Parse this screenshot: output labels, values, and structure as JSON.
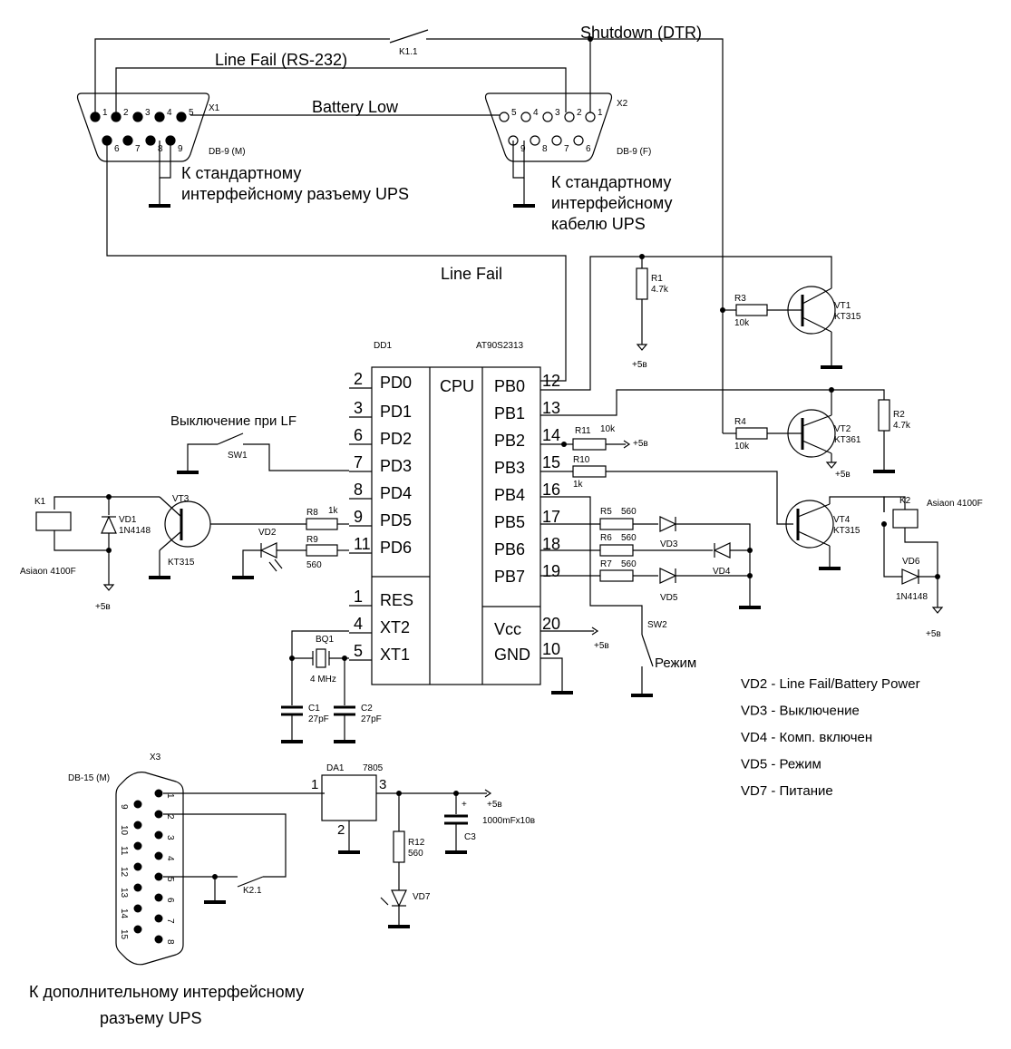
{
  "signals": {
    "shutdown": "Shutdown (DTR)",
    "line_fail_rs232": "Line Fail (RS-232)",
    "battery_low": "Battery Low",
    "line_fail": "Line Fail",
    "k11": "K1.1"
  },
  "connectors": {
    "x1": {
      "ref": "X1",
      "type": "DB-9 (M)",
      "caption_1": "К стандартному",
      "caption_2": "интерфейсному разъему UPS",
      "pins_top": [
        "1",
        "2",
        "3",
        "4",
        "5"
      ],
      "pins_bottom": [
        "6",
        "7",
        "8",
        "9"
      ]
    },
    "x2": {
      "ref": "X2",
      "type": "DB-9 (F)",
      "caption_1": "К стандартному",
      "caption_2": "интерфейсному",
      "caption_3": "кабелю UPS",
      "pins_top": [
        "5",
        "4",
        "3",
        "2",
        "1"
      ],
      "pins_bottom": [
        "9",
        "8",
        "7",
        "6"
      ]
    },
    "x3": {
      "ref": "X3",
      "type": "DB-15 (M)",
      "caption_1": "К дополнительному интерфейсному",
      "caption_2": "разъему UPS",
      "pins_right": [
        "1",
        "2",
        "3",
        "4",
        "5",
        "6",
        "7",
        "8"
      ],
      "pins_left": [
        "9",
        "10",
        "11",
        "12",
        "13",
        "14",
        "15"
      ],
      "k21": "K2.1"
    }
  },
  "mcu": {
    "ref": "DD1",
    "part": "AT90S2313",
    "core": "CPU",
    "left_pins": [
      {
        "num": "2",
        "name": "PD0"
      },
      {
        "num": "3",
        "name": "PD1"
      },
      {
        "num": "6",
        "name": "PD2"
      },
      {
        "num": "7",
        "name": "PD3"
      },
      {
        "num": "8",
        "name": "PD4"
      },
      {
        "num": "9",
        "name": "PD5"
      },
      {
        "num": "11",
        "name": "PD6"
      },
      {
        "num": "1",
        "name": "RES"
      },
      {
        "num": "4",
        "name": "XT2"
      },
      {
        "num": "5",
        "name": "XT1"
      }
    ],
    "right_pins": [
      {
        "num": "12",
        "name": "PB0"
      },
      {
        "num": "13",
        "name": "PB1"
      },
      {
        "num": "14",
        "name": "PB2"
      },
      {
        "num": "15",
        "name": "PB3"
      },
      {
        "num": "16",
        "name": "PB4"
      },
      {
        "num": "17",
        "name": "PB5"
      },
      {
        "num": "18",
        "name": "PB6"
      },
      {
        "num": "19",
        "name": "PB7"
      },
      {
        "num": "20",
        "name": "Vcc"
      },
      {
        "num": "10",
        "name": "GND"
      }
    ]
  },
  "components": {
    "r1": {
      "ref": "R1",
      "val": "4.7k"
    },
    "r2": {
      "ref": "R2",
      "val": "4.7k"
    },
    "r3": {
      "ref": "R3",
      "val": "10k"
    },
    "r4": {
      "ref": "R4",
      "val": "10k"
    },
    "r5": {
      "ref": "R5",
      "val": "560"
    },
    "r6": {
      "ref": "R6",
      "val": "560"
    },
    "r7": {
      "ref": "R7",
      "val": "560"
    },
    "r8": {
      "ref": "R8",
      "val": "1k"
    },
    "r9": {
      "ref": "R9",
      "val": "560"
    },
    "r10": {
      "ref": "R10",
      "val": "1k"
    },
    "r11": {
      "ref": "R11",
      "val": "10k"
    },
    "r12": {
      "ref": "R12",
      "val": "560"
    },
    "vt1": {
      "ref": "VT1",
      "part": "KT315"
    },
    "vt2": {
      "ref": "VT2",
      "part": "KT361"
    },
    "vt3": {
      "ref": "VT3",
      "part": "KT315"
    },
    "vt4": {
      "ref": "VT4",
      "part": "KT315"
    },
    "k1": {
      "ref": "K1",
      "part": "Asiaon 4100F"
    },
    "k2": {
      "ref": "K2",
      "part": "Asiaon 4100F"
    },
    "vd1": {
      "ref": "VD1",
      "part": "1N4148"
    },
    "vd6": {
      "ref": "VD6",
      "part": "1N4148"
    },
    "vd2": "VD2",
    "vd3": "VD3",
    "vd4": "VD4",
    "vd5": "VD5",
    "vd7": "VD7",
    "bq1": {
      "ref": "BQ1",
      "val": "4 MHz"
    },
    "c1": {
      "ref": "C1",
      "val": "27pF"
    },
    "c2": {
      "ref": "C2",
      "val": "27pF"
    },
    "c3": {
      "ref": "C3",
      "val": "1000mFx10в"
    },
    "da1": {
      "ref": "DA1",
      "part": "7805",
      "p1": "1",
      "p2": "2",
      "p3": "3"
    },
    "sw1": "SW1",
    "sw2": "SW2",
    "sw1_label": "Выключение при LF",
    "sw2_label": "Режим",
    "plus": "+",
    "vcc": "+5в"
  },
  "legend": [
    "VD2 - Line Fail/Battery Power",
    "VD3 - Выключение",
    "VD4 - Комп. включен",
    "VD5 - Режим",
    "VD7 - Питание"
  ]
}
